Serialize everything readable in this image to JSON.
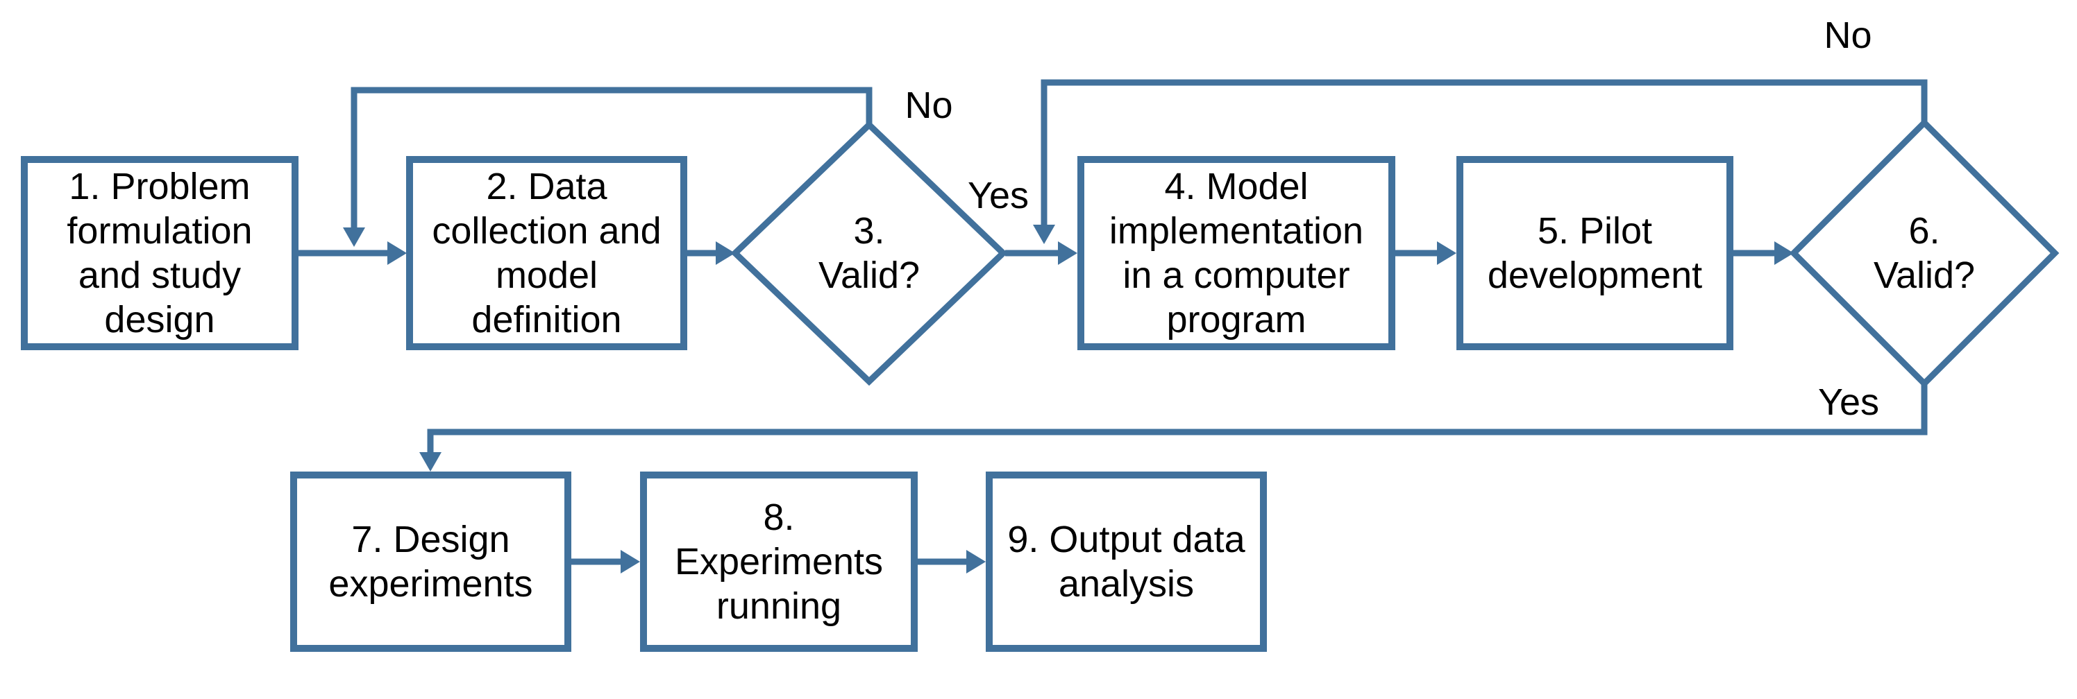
{
  "diagram": {
    "type": "flowchart",
    "background": "#ffffff",
    "accent_color": "#41719C",
    "text_color": "#000000",
    "nodes": {
      "n1": {
        "shape": "rectangle",
        "label": "1. Problem\nformulation\nand study\ndesign"
      },
      "n2": {
        "shape": "rectangle",
        "label": "2. Data\ncollection and\nmodel\ndefinition"
      },
      "n3": {
        "shape": "diamond",
        "label": "3.\nValid?"
      },
      "n4": {
        "shape": "rectangle",
        "label": "4. Model\nimplementation\nin a computer\nprogram"
      },
      "n5": {
        "shape": "rectangle",
        "label": "5. Pilot\ndevelopment"
      },
      "n6": {
        "shape": "diamond",
        "label": "6.\nValid?"
      },
      "n7": {
        "shape": "rectangle",
        "label": "7. Design\nexperiments"
      },
      "n8": {
        "shape": "rectangle",
        "label": "8.\nExperiments\nrunning"
      },
      "n9": {
        "shape": "rectangle",
        "label": "9. Output data\nanalysis"
      }
    },
    "edge_labels": {
      "no_from_valid3": "No",
      "yes_from_valid3": "Yes",
      "no_from_valid6": "No",
      "yes_from_valid6": "Yes"
    }
  }
}
